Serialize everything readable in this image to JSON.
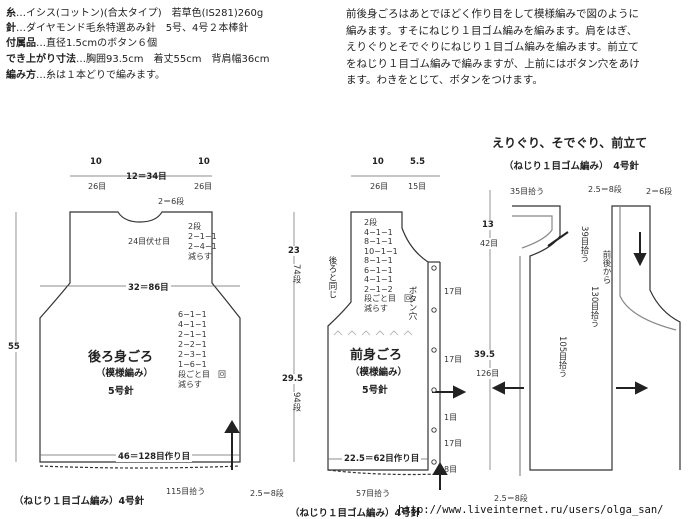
{
  "specs": {
    "thread_label": "糸",
    "thread_value": "…イシス(コットン)(合太タイプ)　若草色(IS281)260g",
    "needle_label": "針",
    "needle_value": "…ダイヤモンド毛糸特選あみ針　5号、4号２本棒針",
    "notions_label": "付属品",
    "notions_value": "…直径1.5cmのボタン６個",
    "size_label": "でき上がり寸法",
    "size_value": "…胸囲93.5cm　着丈55cm　背肩幅36cm",
    "method_label": "編み方",
    "method_value": "…糸は１本どりで編みます。"
  },
  "instructions": [
    "前後身ごろはあとでほどく作り目をして模様編みで図のように",
    "編みます。すそにねじり１目ゴム編みを編みます。肩をはぎ、",
    "えりぐりとそでぐりにねじり１目ゴム編みを編みます。前立て",
    "をねじり１目ゴム編みで編みますが、上前にはボタン穴をあけ",
    "ます。わきをとじて、ボタンをつけます。"
  ],
  "back": {
    "title": "後ろ身ごろ",
    "pattern": "（模様編み）",
    "needle": "5号針",
    "shoulder_left_cm": "10",
    "shoulder_left_st": "26目",
    "neck_cm_st": "12＝34目",
    "shoulder_right_cm": "10",
    "shoulder_right_st": "26目",
    "neck_rows": "2＝6段",
    "neck_bindoff": "24目伏せ目",
    "neck_dec": [
      "2段",
      "2−1−1",
      "2−4−1",
      "減らす"
    ],
    "width": "32＝86目",
    "armhole_dec": [
      "6−1−1",
      "4−1−1",
      "2−1−1",
      "2−2−1",
      "2−3−1",
      "1−6−1",
      "段ごと目　回",
      "減らす"
    ],
    "cast_on": "46＝128目作り目",
    "ribbing": "ねじり１目ゴム編み",
    "ribbing_needle": "4号針",
    "ribbing_st": "115目拾う",
    "height_total": "55",
    "ribbing_height": "2.5＝8段"
  },
  "front": {
    "title": "前身ごろ",
    "pattern": "（模様編み）",
    "needle": "5号針",
    "shoulder_cm": "10",
    "shoulder_st": "26目",
    "band_cm": "5.5",
    "band_st": "15目",
    "same_as_back": "後ろと同じ",
    "neck_dec": [
      "2段",
      "4−1−1",
      "8−1−1",
      "10−1−1",
      "8−1−1",
      "6−1−1",
      "4−1−1",
      "2−1−2",
      "段ごと目　回",
      "減らす"
    ],
    "buttonhole": "ボタン穴",
    "armhole_cm": "23",
    "armhole_rows": "74段",
    "body_cm": "29.5",
    "body_rows": "94段",
    "cast_on": "22.5＝62目作り目",
    "ribbing": "ねじり１目ゴム編み",
    "ribbing_needle": "4号針",
    "ribbing_st": "57目拾う",
    "band_rows": [
      "17目",
      "17目",
      "1目",
      "17目",
      "8目"
    ]
  },
  "edging": {
    "title": "えりぐり、そでぐり、前立て",
    "subtitle": "（ねじり１目ゴム編み）",
    "needle": "4号針",
    "back_neck": "35目拾う",
    "side_neck": "39目拾う",
    "band_rows": "2.5＝8段",
    "band_rows2": "2＝6段",
    "front_pick": "前後から",
    "armhole_pick": "130目拾う",
    "front_edge": "105目拾う",
    "front_cm_upper": "13",
    "front_st_upper": "42目",
    "front_cm_lower": "39.5",
    "front_st_lower": "126目",
    "bottom_band": "2.5＝8段"
  },
  "watermark": "http://www.liveinternet.ru/users/olga_san/"
}
